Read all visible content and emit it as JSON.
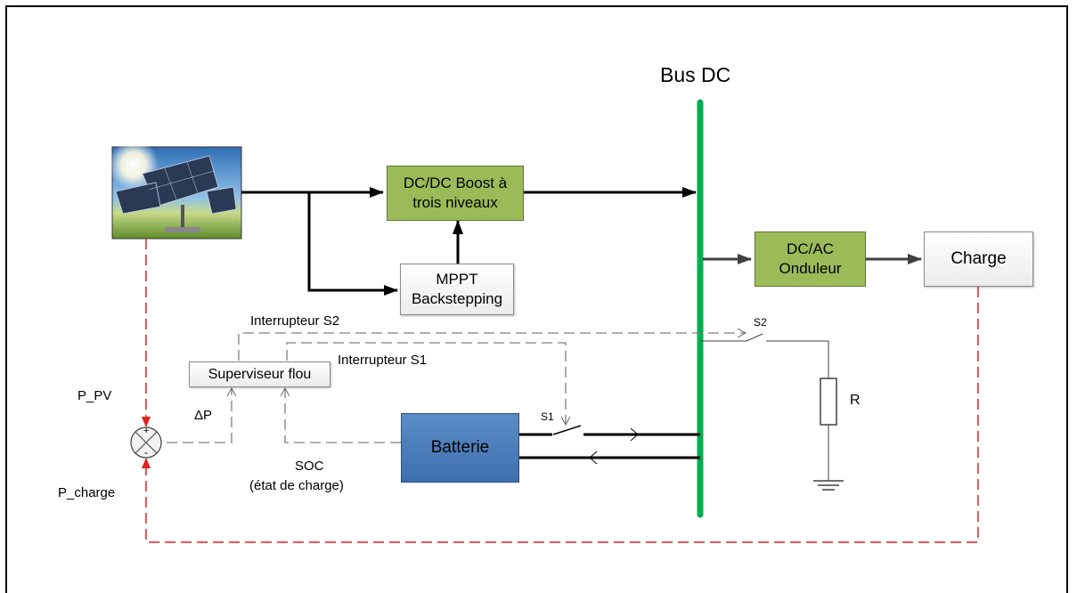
{
  "bus_label": "Bus DC",
  "blocks": {
    "boost": "DC/DC Boost à trois niveaux",
    "mppt": "MPPT Backstepping",
    "onduleur": "DC/AC Onduleur",
    "charge": "Charge",
    "batterie": "Batterie",
    "superviseur": "Superviseur flou"
  },
  "labels": {
    "interrupteur_s2": "Interrupteur S2",
    "interrupteur_s1": "Interrupteur S1",
    "s1": "S1",
    "s2": "S2",
    "r": "R",
    "p_pv": "P_PV",
    "p_charge": "P_charge",
    "delta_p": "ΔP",
    "soc_line1": "SOC",
    "soc_line2": "(état de charge)",
    "plus": "+",
    "minus": "-"
  },
  "colors": {
    "bus": "#00b050",
    "power_line": "#000000",
    "signal_line": "#7f7f7f",
    "feedback_line": "#e02020",
    "converter_block": "#9bbb59",
    "battery_block": "#4f81bd"
  }
}
